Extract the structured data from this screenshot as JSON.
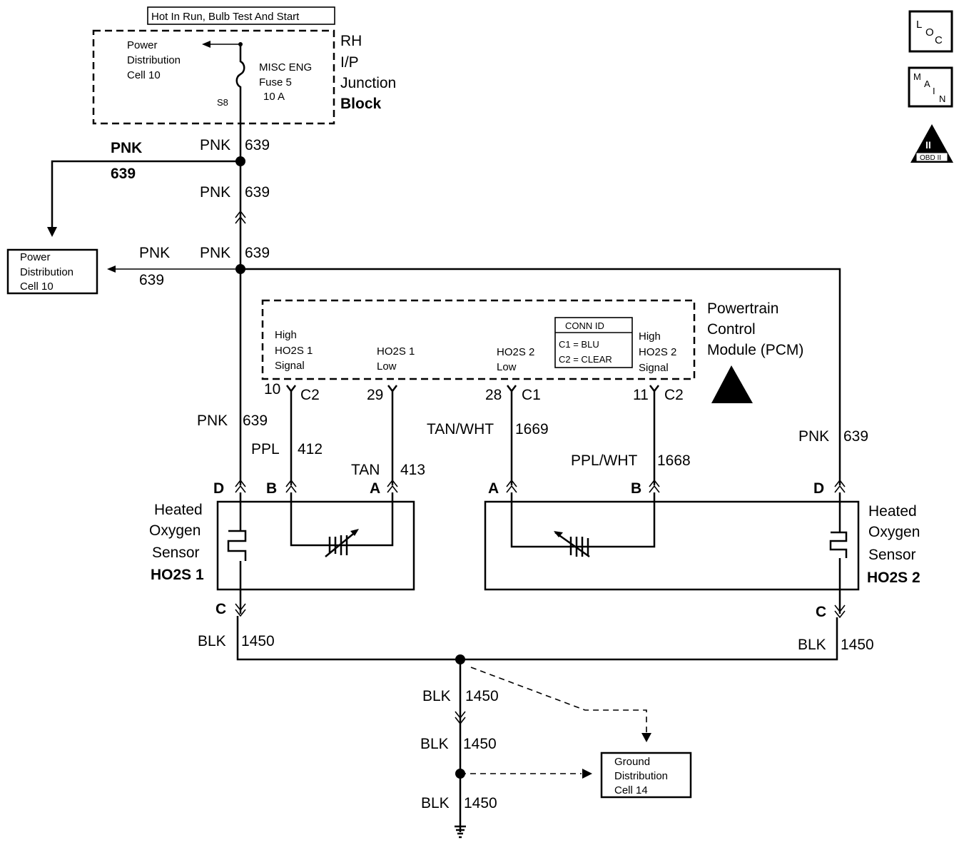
{
  "fuse_header": "Hot In Run, Bulb Test And Start",
  "junction_block": {
    "line1": "RH",
    "line2": "I/P",
    "line3": "Junction",
    "line4": "Block"
  },
  "pdc_top": {
    "line1": "Power",
    "line2": "Distribution",
    "line3": "Cell 10"
  },
  "fuse": {
    "line1": "MISC ENG",
    "line2": "Fuse 5",
    "line3": "10 A",
    "splice": "S8"
  },
  "pdc_left": {
    "line1": "Power",
    "line2": "Distribution",
    "line3": "Cell 10"
  },
  "wires": {
    "pnk": "PNK",
    "c639": "639",
    "ppl": "PPL",
    "c412": "412",
    "tan": "TAN",
    "c413": "413",
    "tanwht": "TAN/WHT",
    "c1669": "1669",
    "pplwht": "PPL/WHT",
    "c1668": "1668",
    "blk": "BLK",
    "c1450": "1450"
  },
  "pcm": {
    "title1": "Powertrain",
    "title2": "Control",
    "title3": "Module (PCM)",
    "conn_title": "CONN ID",
    "conn_c1": "C1 = BLU",
    "conn_c2": "C2 = CLEAR",
    "pin1": {
      "l1": "High",
      "l2": "HO2S 1",
      "l3": "Signal",
      "num": "10",
      "conn": "C2"
    },
    "pin2": {
      "l1": "HO2S 1",
      "l2": "Low",
      "num": "29"
    },
    "pin3": {
      "l1": "HO2S 2",
      "l2": "Low",
      "num": "28",
      "conn": "C1"
    },
    "pin4": {
      "l1": "High",
      "l2": "HO2S 2",
      "l3": "Signal",
      "num": "11",
      "conn": "C2"
    }
  },
  "sensor1": {
    "l1": "Heated",
    "l2": "Oxygen",
    "l3": "Sensor",
    "l4": "HO2S 1",
    "pinD": "D",
    "pinB": "B",
    "pinA": "A",
    "pinC": "C"
  },
  "sensor2": {
    "l1": "Heated",
    "l2": "Oxygen",
    "l3": "Sensor",
    "l4": "HO2S 2",
    "pinA": "A",
    "pinB": "B",
    "pinD": "D",
    "pinC": "C"
  },
  "ground": {
    "line1": "Ground",
    "line2": "Distribution",
    "line3": "Cell 14"
  },
  "icons": {
    "loc": [
      "L",
      "O",
      "C"
    ],
    "main": [
      "M",
      "A",
      "I",
      "N"
    ],
    "obd": "OBD II",
    "obd_numeral": "II"
  }
}
